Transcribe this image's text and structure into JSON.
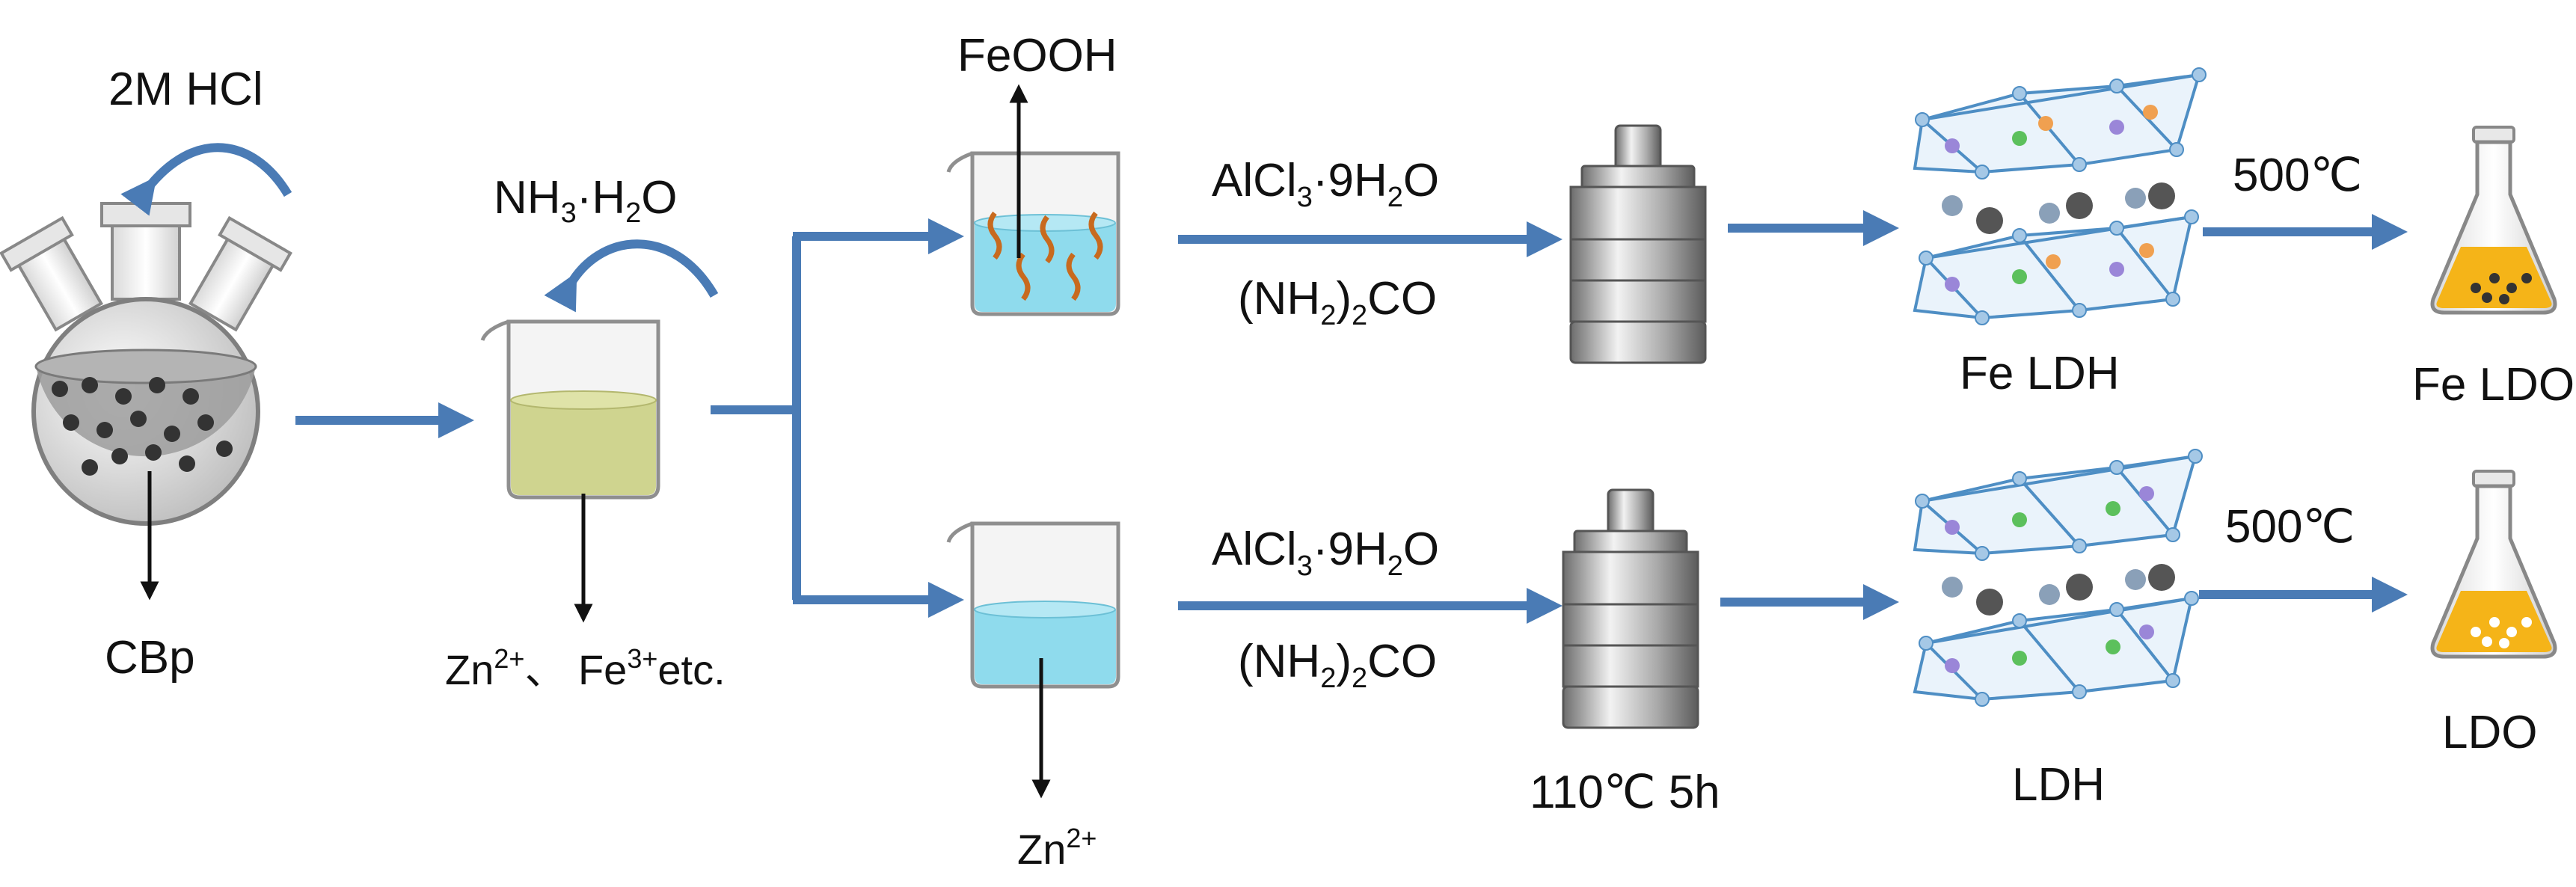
{
  "colors": {
    "arrow": "#4a7bb5",
    "yellow_solution": "#cfd48f",
    "blue_solution": "#8fdbed",
    "ldo_powder": "#f5b418",
    "fiber": "#c86a1e",
    "black_particle": "#333333"
  },
  "labels": {
    "hcl": "2M HCl",
    "cbp": "CBp",
    "nh3_main": "NH",
    "nh3_sub": "3",
    "nh3_tail": "·H",
    "nh3_sub2": "2",
    "nh3_end": "O",
    "ions_zn": "Zn",
    "ions_zn_sup": "2+",
    "ions_sep": "、 Fe",
    "ions_fe_sup": "3+",
    "ions_end": "etc.",
    "feooh": "FeOOH",
    "zn_bottom": "Zn",
    "zn_bottom_sup": "2+",
    "alcl3_top": {
      "a": "AlCl",
      "b": "3",
      "c": "·9H",
      "d": "2",
      "e": "O"
    },
    "urea_top": {
      "a": "(NH",
      "b": "2",
      "c": ")",
      "d": "2",
      "e": "CO"
    },
    "alcl3_bottom": {
      "a": "AlCl",
      "b": "3",
      "c": "·9H",
      "d": "2",
      "e": "O"
    },
    "urea_bottom": {
      "a": "(NH",
      "b": "2",
      "c": ")",
      "d": "2",
      "e": "CO"
    },
    "hydrothermal": "110℃ 5h",
    "fe_ldh": "Fe LDH",
    "ldh": "LDH",
    "temp_top": "500℃",
    "temp_bottom": "500℃",
    "fe_ldo": "Fe LDO",
    "ldo": "LDO"
  }
}
